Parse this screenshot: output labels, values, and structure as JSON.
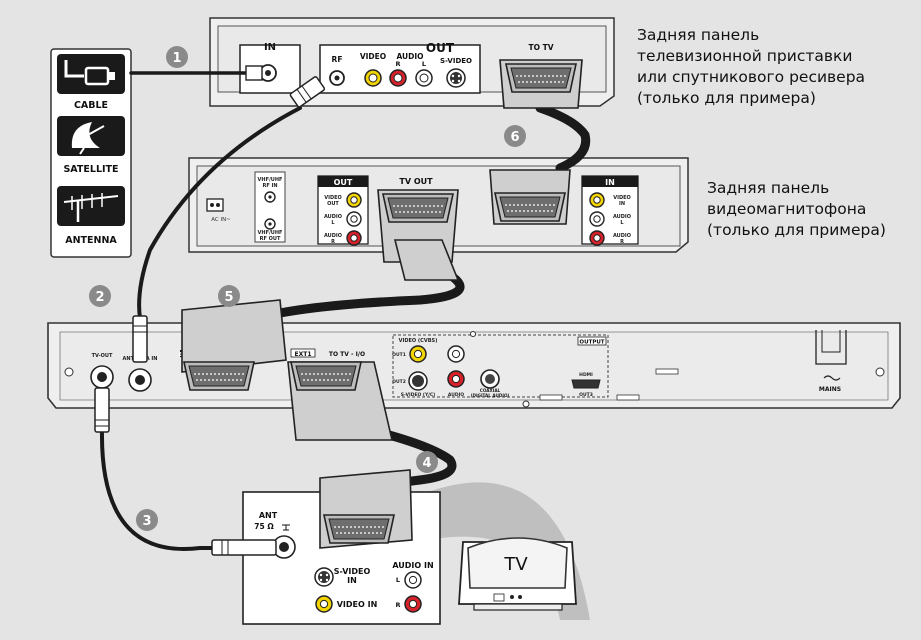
{
  "colors": {
    "background": "#e4e4e4",
    "device": "#e9e9e9",
    "device_stroke": "#333333",
    "cable": "#1a1a1a",
    "callout": "#8a8a8a",
    "yellow": "#f2d500",
    "red": "#d8222a",
    "tv_panel": "#ffffff"
  },
  "captions": {
    "set_top_box": {
      "lines": [
        "Задняя панель",
        "телевизионной приставки",
        "или спутникового ресивера",
        "(только для примера)"
      ]
    },
    "vcr": {
      "lines": [
        "Задняя панель",
        "видеомагнитофона",
        "(только для примера)"
      ]
    }
  },
  "callouts": [
    "1",
    "2",
    "3",
    "4",
    "5",
    "6"
  ],
  "antenna_panel": {
    "cable": "CABLE",
    "satellite": "SATELLITE",
    "antenna": "ANTENNA"
  },
  "set_top_box": {
    "in": "IN",
    "out": "OUT",
    "rf": "RF",
    "video": "VIDEO",
    "audio": "AUDIO",
    "audio_r": "R",
    "audio_l": "L",
    "s_video": "S-VIDEO",
    "to_tv": "TO TV"
  },
  "vcr": {
    "ac_in": "AC IN~",
    "vhf_uhf_rf_in": [
      "VHF/UHF",
      "RF IN"
    ],
    "vhf_uhf_rf_out": [
      "VHF/UHF",
      "RF OUT"
    ],
    "out": "OUT",
    "video_out": [
      "VIDEO",
      "OUT"
    ],
    "audio_l": [
      "AUDIO",
      "L"
    ],
    "audio_r": [
      "AUDIO",
      "R"
    ],
    "tv_out": "TV OUT",
    "in": "IN",
    "video_in": [
      "VIDEO",
      "IN"
    ],
    "audio_l_in": [
      "AUDIO",
      "L"
    ],
    "audio_r_in": [
      "AUDIO",
      "R"
    ]
  },
  "recorder": {
    "tv_out": "TV-OUT",
    "antenna_in": "ANTENNA IN",
    "ext2": "EXT2",
    "ext1": "EXT1",
    "to_tv_io": "TO TV - I/O",
    "output": "OUTPUT",
    "video_cvbs": "VIDEO (CVBS)",
    "out1": "OUT1",
    "out2": "OUT2",
    "s_video_yc": "S-VIDEO (Y/C)",
    "audio": "AUDIO",
    "coaxial": [
      "COAXIAL",
      "(DIGITAL AUDIO)"
    ],
    "hdmi": "HDMI",
    "out3": "OUT3",
    "mains": "MAINS"
  },
  "tv_panel": {
    "ant": "ANT",
    "ohm": "75 Ω",
    "s_video_in": [
      "S-VIDEO",
      "IN"
    ],
    "audio_in": "AUDIO IN",
    "audio_l": "L",
    "audio_r": "R",
    "video_in": "VIDEO IN",
    "tv": "TV"
  }
}
